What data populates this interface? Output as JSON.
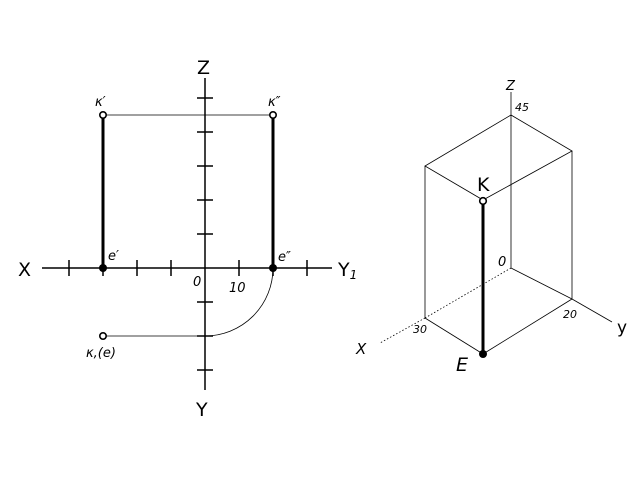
{
  "orthographic": {
    "axis_labels": {
      "x": "X",
      "z": "Z",
      "y1": "Y",
      "y1_sub": "1",
      "y": "Y"
    },
    "origin": "0",
    "tick_value": "10",
    "points": {
      "k_front": "κ′",
      "k_side": "κ″",
      "e_front": "e′",
      "e_side": "e″",
      "k_top": "κ,(e)"
    }
  },
  "axonometric": {
    "axis_labels": {
      "z": "Z",
      "x": "X",
      "y": "y"
    },
    "origin": "0",
    "dims": {
      "z": "45",
      "x": "30",
      "y": "20"
    },
    "points": {
      "k": "K",
      "e": "E"
    }
  }
}
